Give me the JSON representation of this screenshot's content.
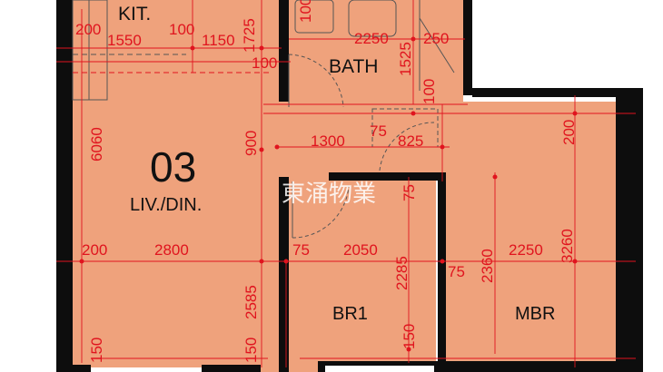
{
  "plan": {
    "unit_number": "03",
    "rooms": {
      "kitchen": "KIT.",
      "bath": "BATH",
      "living_dining": "LIV./DIN.",
      "bedroom1": "BR1",
      "master_bedroom": "MBR"
    },
    "watermark": "東涌物業",
    "colors": {
      "floor": "#efa27c",
      "wall": "#0d0d0d",
      "dimension": "#e0141e"
    }
  },
  "dimensions": {
    "kit_200": "200",
    "kit_1550": "1550",
    "kit_100": "100",
    "kit_1150": "1150",
    "kit_1725": "1725",
    "bath_100_top": "100",
    "bath_2250": "2250",
    "bath_1525": "1525",
    "bath_250": "250",
    "bath_100_left": "100",
    "bath_100_vert": "100",
    "liv_6060": "6060",
    "liv_900": "900",
    "hall_1300": "1300",
    "hall_75": "75",
    "hall_825": "825",
    "mbr_200": "200",
    "hall_75_vert": "75",
    "liv_200": "200",
    "liv_2800": "2800",
    "br1_75": "75",
    "br1_2050": "2050",
    "br1_2285": "2285",
    "mbr_75": "75",
    "mbr_2360": "2360",
    "mbr_2250": "2250",
    "mbr_3260": "3260",
    "liv_2585": "2585",
    "br1_150": "150",
    "liv_150_left": "150",
    "liv_150_right": "150"
  }
}
